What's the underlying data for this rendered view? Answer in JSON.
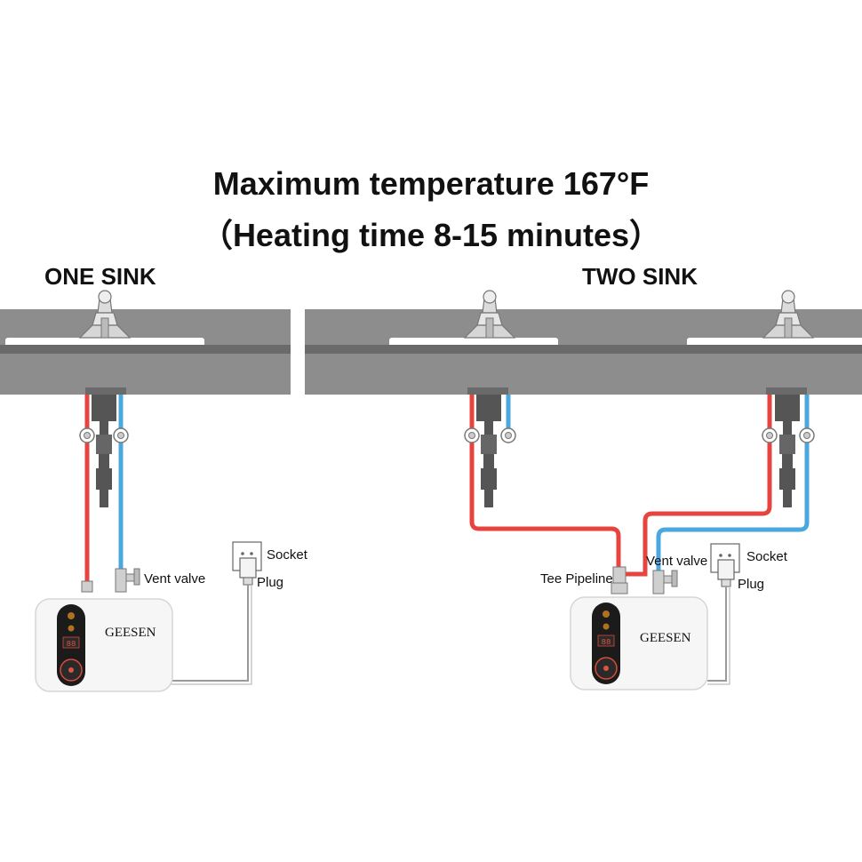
{
  "header": {
    "title": "Maximum temperature 167°F",
    "subtitle": "（Heating time 8-15 minutes）"
  },
  "sections": {
    "one_sink": "ONE SINK",
    "two_sink": "TWO SINK"
  },
  "labels": {
    "vent_valve": "Vent valve",
    "socket": "Socket",
    "plug": "Plug",
    "tee_pipeline": "Tee Pipeline",
    "brand": "GEESEN"
  },
  "colors": {
    "hot_pipe": "#e8443f",
    "cold_pipe": "#4aa8df",
    "counter": "#8d8d8d",
    "heater_body": "#f6f6f6"
  },
  "icons": [
    "faucet-icon",
    "shutoff-valve-icon",
    "drain-trap-icon",
    "vent-valve-icon",
    "wall-socket-icon",
    "plug-icon",
    "water-heater-icon"
  ]
}
